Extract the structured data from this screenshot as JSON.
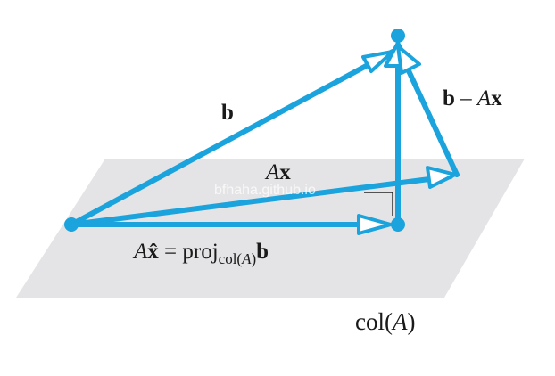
{
  "colors": {
    "vector": "#1aa3dc",
    "plane": "#e4e4e6",
    "text": "#1a1a1a",
    "right_angle": "#222222",
    "background": "#ffffff"
  },
  "labels": {
    "b": "b",
    "b_minus_Ax_b": "b",
    "b_minus_Ax_minus": " – ",
    "b_minus_Ax_A": "A",
    "b_minus_Ax_x": "x",
    "Ax_A": "A",
    "Ax_x": "x",
    "proj_A": "A",
    "proj_xhat": "x̂",
    "proj_eq": " = proj",
    "proj_sub_col": "col(",
    "proj_sub_A": "A",
    "proj_sub_close": ")",
    "proj_b": "b",
    "plane_col": "col(",
    "plane_A": "A",
    "plane_close": ")"
  },
  "watermark": "bfhaha.github.io"
}
